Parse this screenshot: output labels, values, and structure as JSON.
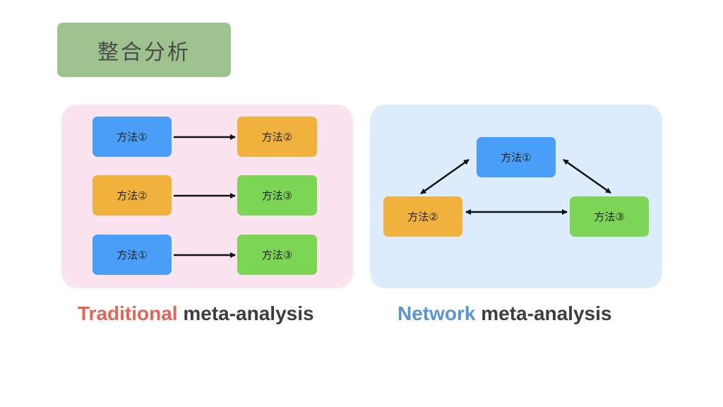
{
  "title": "整合分析",
  "traditional": {
    "rows": [
      {
        "from": "方法①",
        "to": "方法②"
      },
      {
        "from": "方法②",
        "to": "方法③"
      },
      {
        "from": "方法①",
        "to": "方法③"
      }
    ],
    "caption_highlight": "Traditional",
    "caption_rest": " meta-analysis"
  },
  "network": {
    "nodes": {
      "top": "方法①",
      "left": "方法②",
      "right": "方法③"
    },
    "caption_highlight": "Network",
    "caption_rest": " meta-analysis"
  },
  "colors": {
    "title_bg": "#9ec28e",
    "traditional_panel": "#fbe4ef",
    "network_panel": "#dcecfb",
    "method1": "#499ff8",
    "method2": "#f1b13d",
    "method3": "#7dd556",
    "traditional_accent": "#e2655a",
    "network_accent": "#5b95cf"
  }
}
